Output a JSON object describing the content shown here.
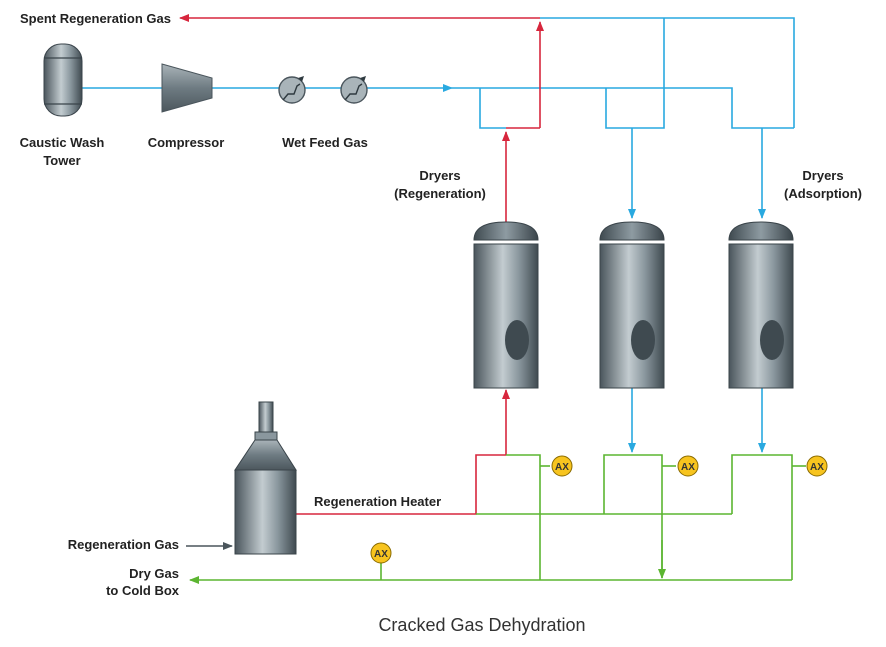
{
  "labels": {
    "spent_regeneration_gas": "Spent Regeneration Gas",
    "caustic_wash_line1": "Caustic Wash",
    "caustic_wash_line2": "Tower",
    "compressor": "Compressor",
    "wet_feed_gas": "Wet Feed Gas",
    "dryers_regen_line1": "Dryers",
    "dryers_regen_line2": "(Regeneration)",
    "dryers_ads_line1": "Dryers",
    "dryers_ads_line2": "(Adsorption)",
    "regeneration_heater": "Regeneration Heater",
    "regeneration_gas": "Regeneration Gas",
    "dry_gas_line1": "Dry Gas",
    "dry_gas_line2": "to Cold Box",
    "analyzer": "AX"
  },
  "caption": "Cracked Gas Dehydration",
  "colors": {
    "feed_line": "#29a9e0",
    "regeneration_line": "#d7263d",
    "dry_gas_line": "#5cb531",
    "vessel_dark": "#4a555c",
    "vessel_light": "#b9c3c8",
    "analyzer_fill": "#f7c41f"
  },
  "icons": [
    "caustic-wash-tower-icon",
    "compressor-icon",
    "heat-exchanger-icon",
    "dryer-vessel-icon",
    "regeneration-heater-icon",
    "analyzer-icon"
  ]
}
